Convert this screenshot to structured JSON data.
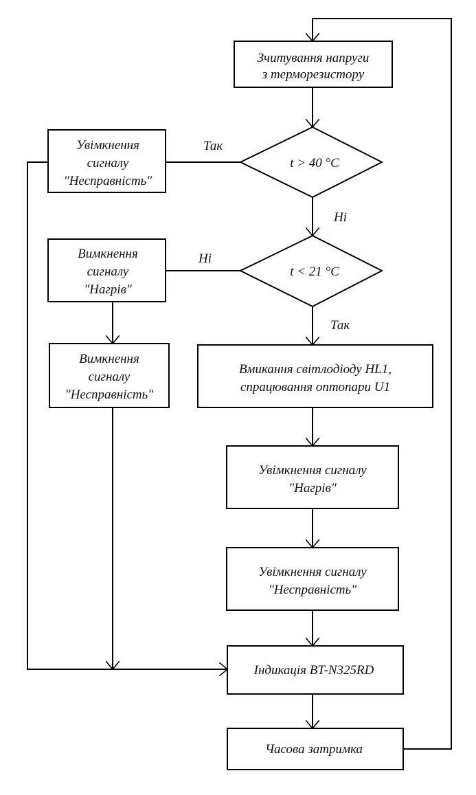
{
  "diagram": {
    "type": "flowchart",
    "nodes": {
      "read_voltage": {
        "kind": "process",
        "lines": [
          "Зчитування напруги",
          "з терморезистору"
        ]
      },
      "cond_over_40": {
        "kind": "decision",
        "text": "t  >  40 °C"
      },
      "fault_on_1": {
        "kind": "process",
        "lines": [
          "Увімкнення",
          "сигналу",
          "\"Несправність\""
        ]
      },
      "cond_under_21": {
        "kind": "decision",
        "text": "t  <  21 °C"
      },
      "heat_off": {
        "kind": "process",
        "lines": [
          "Вимкнення",
          "сигналу",
          "\"Нагрів\""
        ]
      },
      "fault_off": {
        "kind": "process",
        "lines": [
          "Вимкнення",
          "сигналу",
          "\"Несправність\""
        ]
      },
      "led_on": {
        "kind": "process",
        "lines": [
          "Вмикання світлодіоду HL1,",
          "спрацювання оптопари U1"
        ]
      },
      "heat_on": {
        "kind": "process",
        "lines": [
          "Увімкнення сигналу",
          "\"Нагрів\""
        ]
      },
      "fault_on_2": {
        "kind": "process",
        "lines": [
          "Увімкнення сигналу",
          "\"Несправність\""
        ]
      },
      "display": {
        "kind": "process",
        "text": "Індикація BT-N325RD"
      },
      "delay": {
        "kind": "process",
        "text": "Часова затримка"
      }
    },
    "edge_labels": {
      "over_40_yes": "Так",
      "over_40_no": "Ні",
      "under_21_no": "Ні",
      "under_21_yes": "Так"
    },
    "edges": [
      {
        "from": "read_voltage",
        "to": "cond_over_40"
      },
      {
        "from": "cond_over_40",
        "to": "fault_on_1",
        "label": "Так"
      },
      {
        "from": "cond_over_40",
        "to": "cond_under_21",
        "label": "Ні"
      },
      {
        "from": "cond_under_21",
        "to": "heat_off",
        "label": "Ні"
      },
      {
        "from": "cond_under_21",
        "to": "led_on",
        "label": "Так"
      },
      {
        "from": "heat_off",
        "to": "fault_off"
      },
      {
        "from": "led_on",
        "to": "heat_on"
      },
      {
        "from": "heat_on",
        "to": "fault_on_2"
      },
      {
        "from": "fault_on_2",
        "to": "display"
      },
      {
        "from": "fault_off",
        "to": "display"
      },
      {
        "from": "fault_on_1",
        "to": "display"
      },
      {
        "from": "display",
        "to": "delay"
      },
      {
        "from": "delay",
        "to": "read_voltage"
      }
    ]
  }
}
